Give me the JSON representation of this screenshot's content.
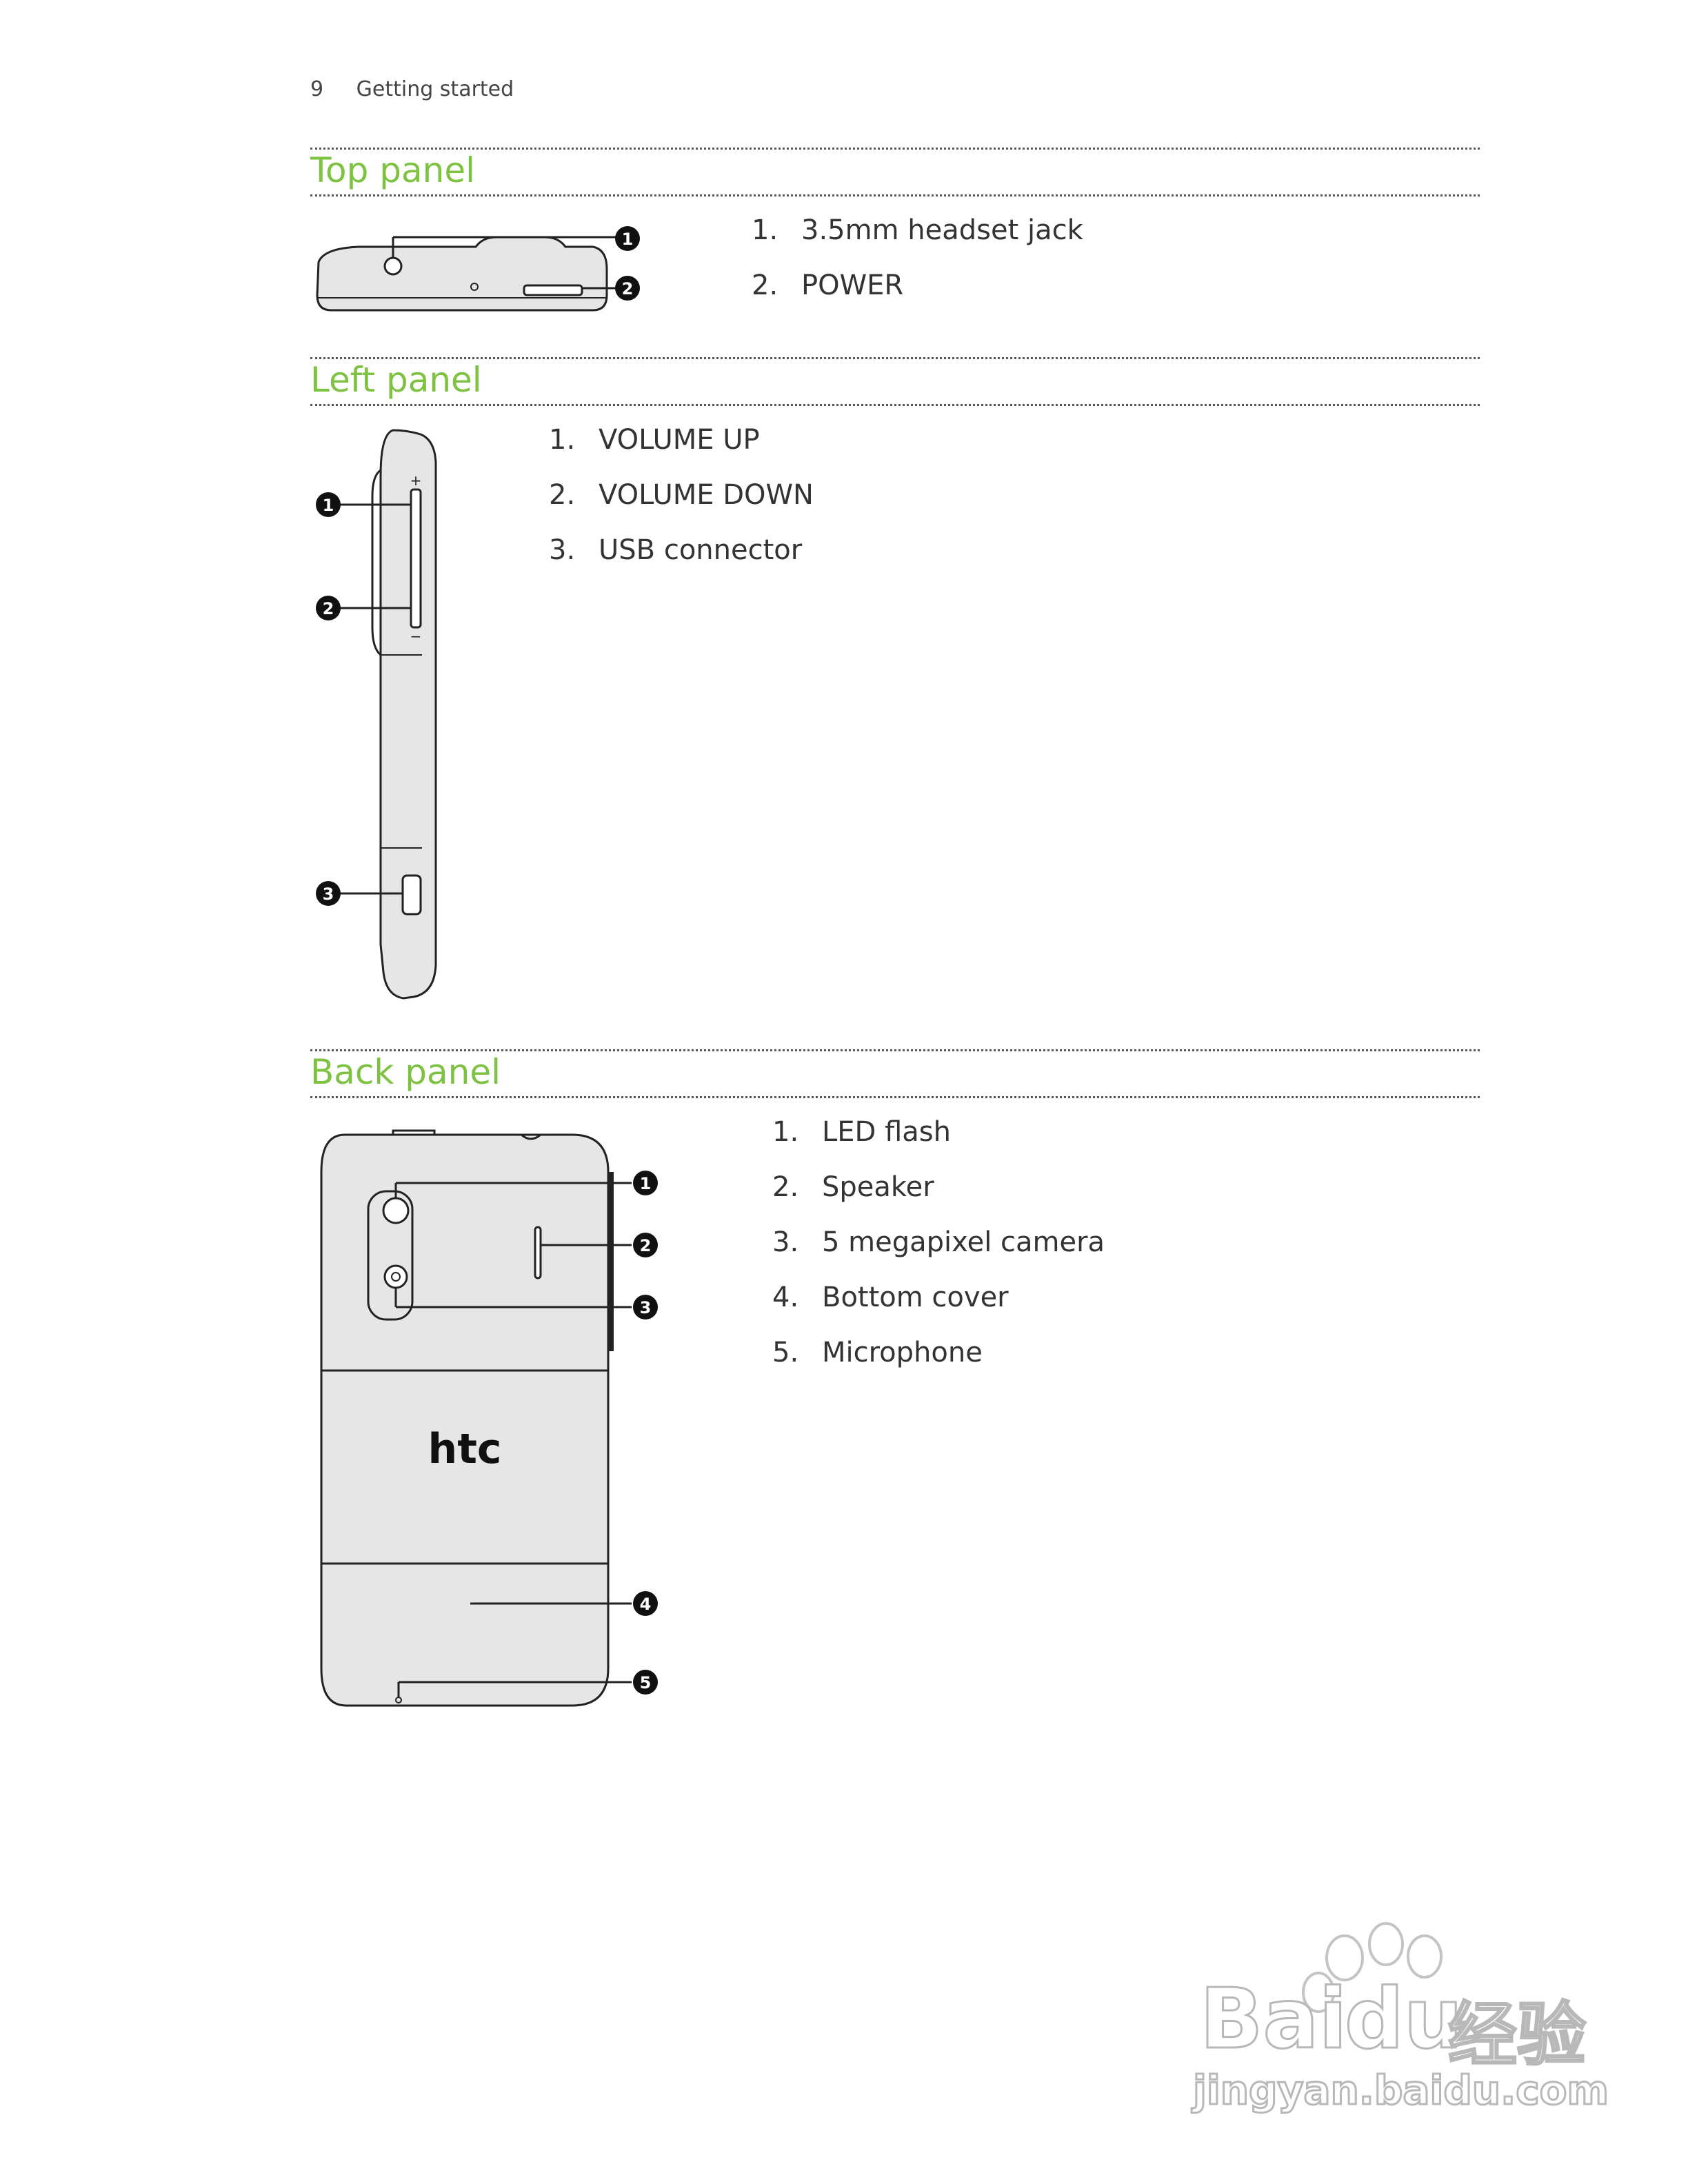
{
  "header": {
    "page_number": "9",
    "section": "Getting started"
  },
  "sections": {
    "top": {
      "title": "Top panel",
      "items": [
        {
          "num": "1.",
          "label": "3.5mm headset jack"
        },
        {
          "num": "2.",
          "label": "POWER"
        }
      ]
    },
    "left": {
      "title": "Left panel",
      "items": [
        {
          "num": "1.",
          "label": "VOLUME UP"
        },
        {
          "num": "2.",
          "label": "VOLUME DOWN"
        },
        {
          "num": "3.",
          "label": "USB connector"
        }
      ]
    },
    "back": {
      "title": "Back panel",
      "items": [
        {
          "num": "1.",
          "label": "LED flash"
        },
        {
          "num": "2.",
          "label": "Speaker"
        },
        {
          "num": "3.",
          "label": "5 megapixel camera"
        },
        {
          "num": "4.",
          "label": "Bottom cover"
        },
        {
          "num": "5.",
          "label": "Microphone"
        }
      ]
    }
  },
  "figures": {
    "top_callouts": [
      "1",
      "2"
    ],
    "left_callouts": [
      "1",
      "2",
      "3"
    ],
    "back_callouts": [
      "1",
      "2",
      "3",
      "4",
      "5"
    ],
    "phone_logo": "htc"
  },
  "watermark": {
    "brand": "Bai",
    "brand2": "du",
    "cn": "经验",
    "url": "jingyan.baidu.com"
  }
}
